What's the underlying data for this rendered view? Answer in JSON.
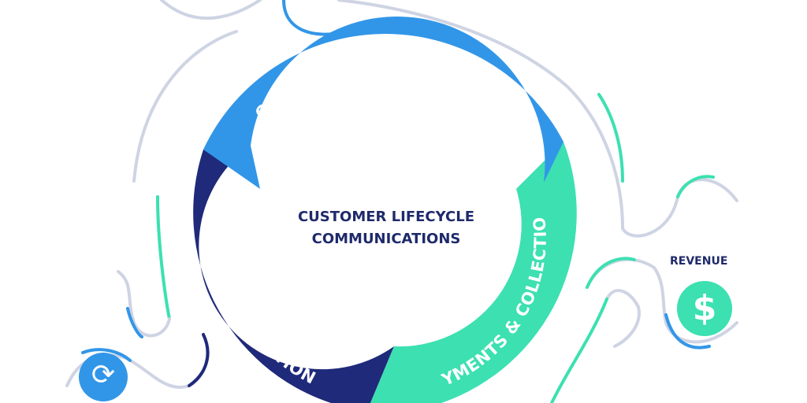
{
  "title": {
    "line1": "CUSTOMER LIFECYCLE",
    "line2": "COMMUNICATIONS"
  },
  "segments": [
    {
      "label": "ONBOARDING & ENGAGEMENT",
      "color": "#3296e8"
    },
    {
      "label": "PAYMENTS & COLLECTIONS",
      "color": "#3ce0b1"
    },
    {
      "label": "UPLIFT & RETENTION",
      "color": "#1f2a7a"
    }
  ],
  "revenue": {
    "label": "REVENUE",
    "icon": "dollar-icon",
    "symbol": "$"
  },
  "refresh": {
    "icon": "refresh-icon",
    "symbol": "⟳"
  }
}
